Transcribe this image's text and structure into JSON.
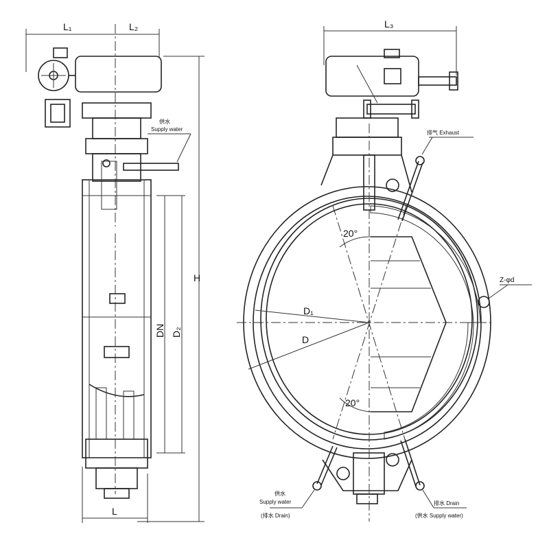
{
  "title": "Butterfly valve dimension drawing",
  "side_view": {
    "dims": {
      "L1": "L₁",
      "L2": "L₂",
      "H": "H",
      "DN": "DN",
      "D2": "D₂",
      "L": "L"
    },
    "supply_water_cn": "供水",
    "supply_water_en": "Supply water"
  },
  "front_view": {
    "dims": {
      "L3": "L₃",
      "D1": "D₁",
      "D": "D",
      "angle_top": "20°",
      "angle_bottom": "20°",
      "bolt": "Z-φd"
    },
    "exhaust": "排气 Exhaust",
    "left_bottom": {
      "cn": "供水",
      "en": "Supply water",
      "alt": "(排水 Drain)"
    },
    "right_bottom": {
      "main": "排水 Drain",
      "alt": "(供水 Supply water)"
    }
  }
}
